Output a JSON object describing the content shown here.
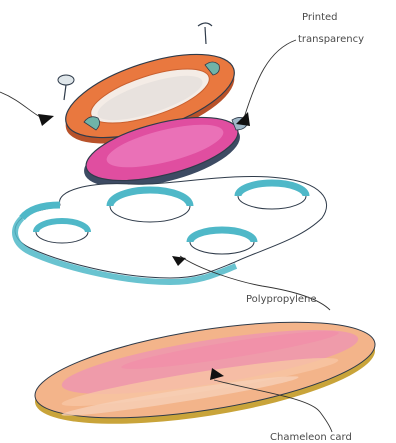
{
  "labels": {
    "printed_line1": "Printed",
    "printed_line2": "transparency",
    "polypropylene": "Polypropylene",
    "chameleon": "Chameleon card"
  },
  "colors": {
    "frame_orange": "#e9783f",
    "disc_pink": "#e04ea0",
    "sheet_teal": "#4fb8c8",
    "card_peach": "#f3b48a",
    "card_pink": "#ee93b4",
    "card_edge": "#c9a43a",
    "outline": "#2f3b4a"
  }
}
